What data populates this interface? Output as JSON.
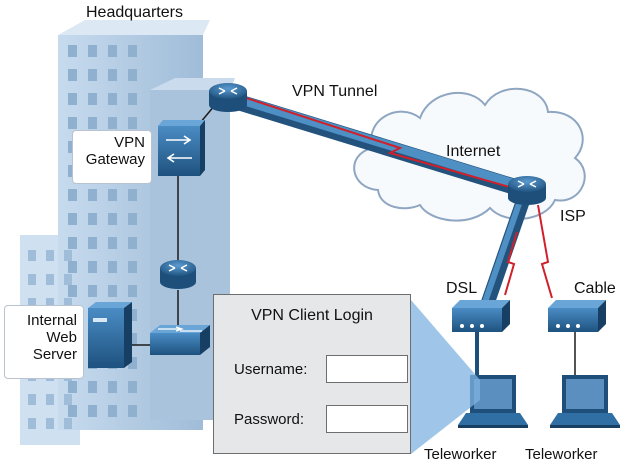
{
  "labels": {
    "headquarters": "Headquarters",
    "vpn_tunnel": "VPN Tunnel",
    "internet": "Internet",
    "isp": "ISP",
    "dsl": "DSL",
    "cable": "Cable",
    "vpn_gateway_line1": "VPN",
    "vpn_gateway_line2": "Gateway",
    "web_server_line1": "Internal",
    "web_server_line2": "Web",
    "web_server_line3": "Server",
    "teleworker_dsl": "Teleworker",
    "teleworker_cable": "Teleworker"
  },
  "login": {
    "title": "VPN Client Login",
    "username_label": "Username:",
    "password_label": "Password:",
    "username_value": "",
    "password_value": ""
  },
  "icons": {
    "router": "router-icon",
    "switch": "switch-icon",
    "firewall_switch": "vpn-gateway-icon",
    "server": "server-icon",
    "modem": "modem-icon",
    "laptop": "laptop-icon",
    "cloud": "cloud-icon",
    "building": "building-icon"
  },
  "colors": {
    "building": "#b8cfe6",
    "window": "#8fb0cf",
    "device": "#2f6fa3",
    "device_dark": "#1d4f7a",
    "tunnel": "#3f7fb2",
    "tunnel_red": "#d0202a",
    "cloud_stroke": "#8fa6c2",
    "panel_bg": "#e6e7e8"
  }
}
